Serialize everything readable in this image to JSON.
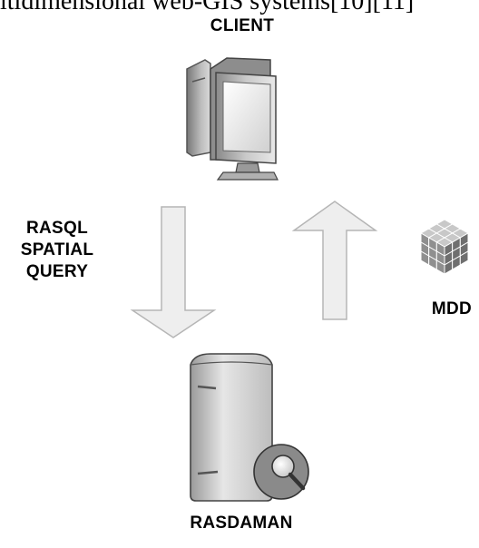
{
  "header_fragment": "ltidimensional web-GIS systems[10][11]",
  "client": {
    "label": "CLIENT",
    "icon": "desktop-computer-icon"
  },
  "query": {
    "line1": "RASQL",
    "line2": "SPATIAL",
    "line3": "QUERY"
  },
  "mdd": {
    "label": "MDD",
    "icon": "data-cube-icon"
  },
  "server": {
    "label": "RASDAMAN",
    "icon": "database-server-search-icon"
  },
  "colors": {
    "arrow_fill": "#eeeeee",
    "arrow_stroke": "#b5b5b5",
    "cube": "#9a9a9a"
  }
}
